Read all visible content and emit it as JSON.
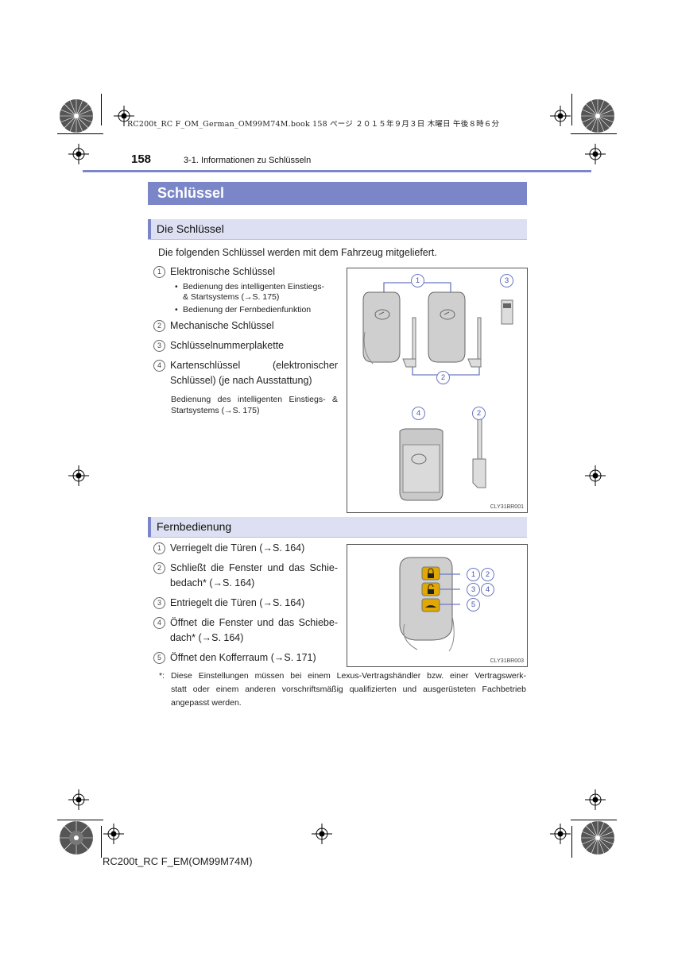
{
  "print_header": "RC200t_RC F_OM_German_OM99M74M.book  158 ページ  ２０１５年９月３日  木曜日  午後８時６分",
  "page_number": "158",
  "section_crumb": "3-1. Informationen zu Schlüsseln",
  "title": "Schlüssel",
  "keys_section": {
    "heading": "Die Schlüssel",
    "intro": "Die folgenden Schlüssel werden mit dem Fahrzeug mitgeliefert.",
    "items": [
      {
        "num": "1",
        "text": "Elektronische Schlüssel"
      },
      {
        "num": "2",
        "text": "Mechanische Schlüssel"
      },
      {
        "num": "3",
        "text": "Schlüsselnummerplakette"
      },
      {
        "num": "4",
        "text_line1": "Kartenschlüssel          (elektronischer",
        "text_line2": "Schlüssel) (je nach Ausstattung)"
      }
    ],
    "bullets": [
      {
        "line1": "Bedienung des intelligenten Einstiegs-",
        "line2": "& Startsystems (→S. 175)"
      },
      {
        "line1": "Bedienung der Fernbedienfunktion"
      }
    ],
    "note_line1": "Bedienung des intelligenten Einstiegs- &",
    "note_line2": "Startsystems (→S. 175)",
    "figure_code": "CLY31BR001"
  },
  "remote_section": {
    "heading": "Fernbedienung",
    "items": [
      {
        "num": "1",
        "text": "Verriegelt die Türen (→S. 164)"
      },
      {
        "num": "2",
        "line1": "Schließt die Fenster und das Schie-",
        "line2": "bedach* (→S. 164)"
      },
      {
        "num": "3",
        "text": "Entriegelt die Türen (→S. 164)"
      },
      {
        "num": "4",
        "line1": "Öffnet die Fenster und das Schiebe-",
        "line2": "dach* (→S. 164)"
      },
      {
        "num": "5",
        "text": "Öffnet den Kofferraum (→S. 171)"
      }
    ],
    "figure_code": "CLY31BR003"
  },
  "footnote": {
    "star": "*:",
    "line1": "Diese Einstellungen müssen bei einem Lexus-Vertragshändler bzw. einer Vertragswerk-",
    "line2": "statt oder einem anderen vorschriftsmäßig qualifizierten und ausgerüsteten Fachbetrieb",
    "line3": "angepasst werden."
  },
  "footer": "RC200t_RC F_EM(OM99M74M)",
  "colors": {
    "accent": "#7b86c8",
    "subheading_bg": "#dde0f2",
    "callout": "#6b79c4",
    "button_gold": "#e0a800"
  }
}
